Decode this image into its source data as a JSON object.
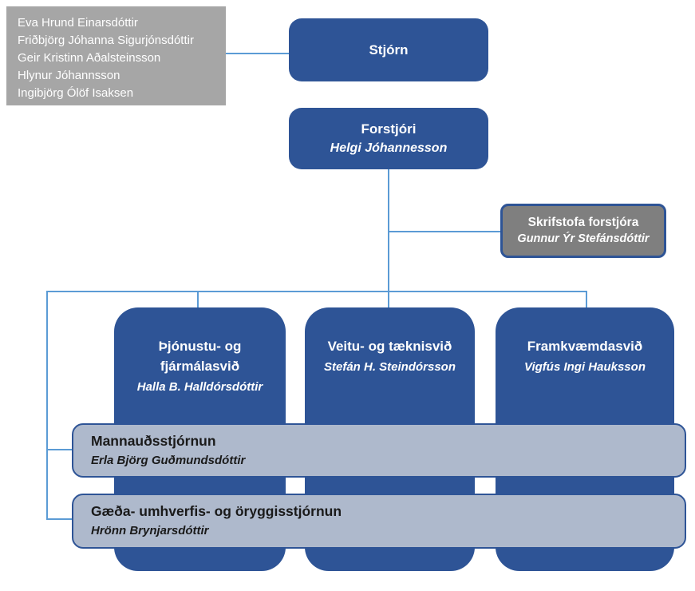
{
  "members_box": {
    "names": [
      "Eva Hrund Einarsdóttir",
      "Friðbjörg Jóhanna Sigurjónsdóttir",
      "Geir Kristinn Aðalsteinsson",
      "Hlynur Jóhannsson",
      "Ingibjörg Ólöf Isaksen"
    ]
  },
  "board": {
    "label": "Stjórn"
  },
  "ceo": {
    "title": "Forstjóri",
    "name": "Helgi Jóhannesson"
  },
  "ceo_office": {
    "title": "Skrifstofa forstjóra",
    "name": "Gunnur Ýr Stefánsdóttir"
  },
  "divisions": [
    {
      "title": "Þjónustu- og fjármálasvið",
      "name": "Halla B. Halldórsdóttir"
    },
    {
      "title": "Veitu- og tæknisvið",
      "name": "Stefán H. Steindórsson"
    },
    {
      "title": "Framkvæmdasvið",
      "name": "Vigfús Ingi Hauksson"
    }
  ],
  "cross_units": [
    {
      "title": "Mannauðsstjórnun",
      "name": "Erla Björg Guðmundsdóttir"
    },
    {
      "title": "Gæða- umhverfis- og öryggisstjórnun",
      "name": "Hrönn Brynjarsdóttir"
    }
  ],
  "colors": {
    "primary_blue": "#2E5496",
    "connector_blue": "#5B9BD5",
    "members_gray": "#A6A6A6",
    "office_gray": "#7F7F7F",
    "cross_bar_fill": "#AEB9CC"
  }
}
